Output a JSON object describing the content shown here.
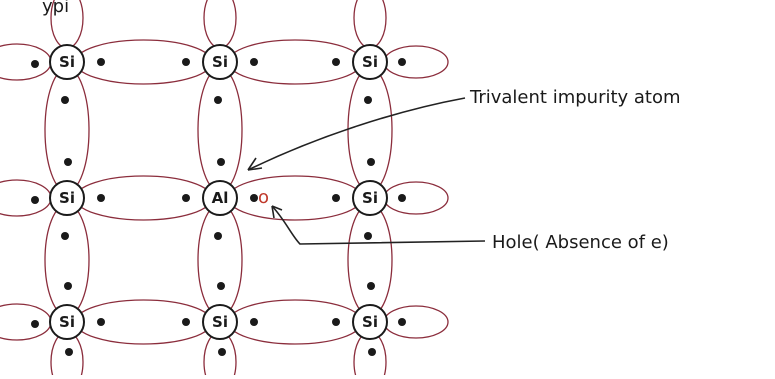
{
  "header_fragment": "ypi",
  "lattice": {
    "rows": [
      [
        "Si",
        "Si",
        "Si"
      ],
      [
        "Si",
        "Al",
        "Si"
      ],
      [
        "Si",
        "Si",
        "Si"
      ]
    ],
    "hole_symbol": "o"
  },
  "annotations": {
    "impurity_label": "Trivalent impurity atom",
    "hole_label": "Hole( Absence of e)"
  },
  "colors": {
    "ink": "#1a1a1a",
    "bond": "#8b2d3c",
    "hole": "#c0392b",
    "arrow": "#222222",
    "background": "#ffffff"
  }
}
